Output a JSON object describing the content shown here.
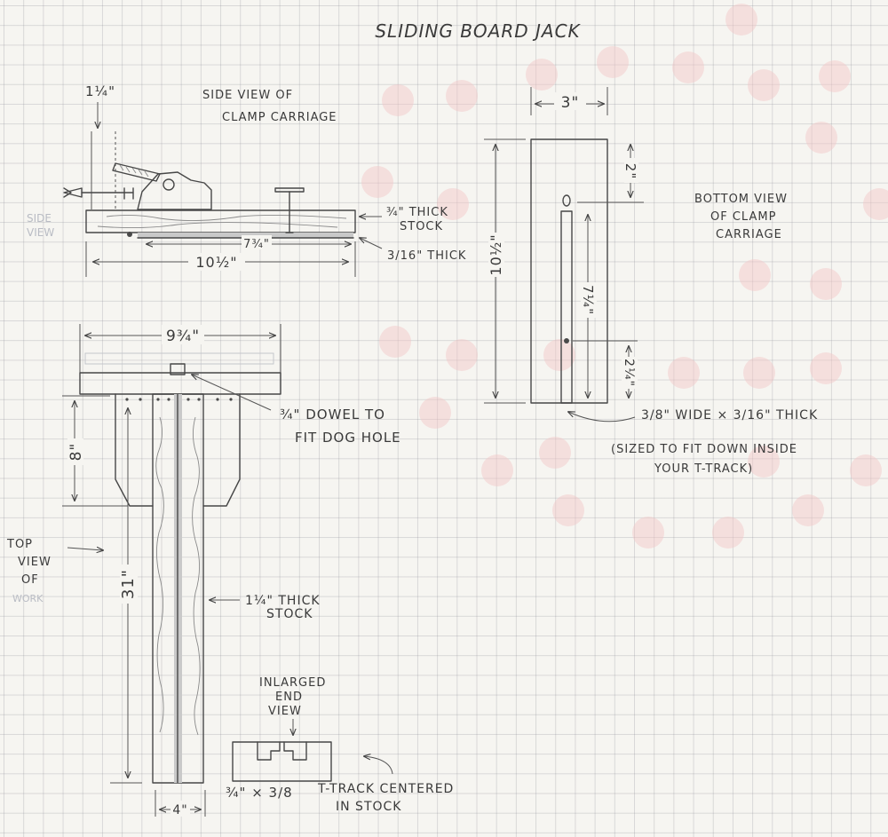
{
  "title": "SLIDING BOARD JACK",
  "side_view": {
    "title_line1": "SIDE VIEW OF",
    "title_line2": "CLAMP CARRIAGE",
    "faint_line1": "SIDE",
    "faint_line2": "VIEW",
    "dim_top": "1¼\"",
    "dim_length": "10½\"",
    "dim_track": "7¾\"",
    "stock_line1": "¾\" THICK",
    "stock_line2": "STOCK",
    "runner": "3/16\" THICK"
  },
  "bottom_view": {
    "title_line1": "BOTTOM VIEW",
    "title_line2": "OF CLAMP",
    "title_line3": "CARRIAGE",
    "dim_width": "3\"",
    "dim_length": "10½\"",
    "dim_top": "2\"",
    "dim_slot": "7¼\"",
    "dim_bottom": "2¼\"",
    "runner_note": "3/8\" WIDE × 3/16\" THICK",
    "fit_line1": "(SIZED TO FIT DOWN INSIDE",
    "fit_line2": "YOUR T-TRACK)"
  },
  "top_view": {
    "label_line1": "TOP",
    "label_line2": "VIEW",
    "label_line3": "OF",
    "faint_line": "WORK",
    "dim_width": "9¾\"",
    "dim_head": "8\"",
    "dim_length": "31\"",
    "dowel_line1": "¾\" DOWEL TO",
    "dowel_line2": "FIT DOG HOLE",
    "stock_line1": "1¼\" THICK",
    "stock_line2": "STOCK",
    "dim_width_bottom": "4\""
  },
  "end_view": {
    "line1": "INLARGED",
    "line2": "END",
    "line3": "VIEW",
    "track_size": "¾\" × 3/8",
    "note_line1": "T-TRACK CENTERED",
    "note_line2": "IN STOCK"
  }
}
